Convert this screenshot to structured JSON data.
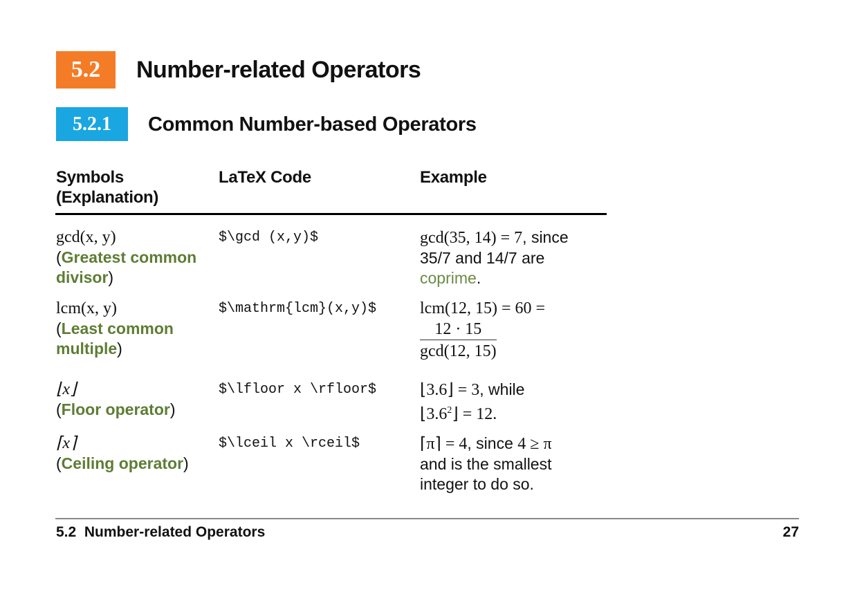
{
  "section": {
    "number": "5.2",
    "title": "Number-related Operators",
    "badge_color": "#f47c27"
  },
  "subsection": {
    "number": "5.2.1",
    "title": "Common Number-based Operators",
    "badge_color": "#1aa6e0"
  },
  "table": {
    "headers": {
      "col1_line1": "Symbols",
      "col1_line2": "(Explanation)",
      "col2": "LaTeX Code",
      "col3": "Example"
    },
    "accent_color": "#5e7d34",
    "rows": [
      {
        "symbol": "gcd(x, y)",
        "explanation_line1": "Greatest common",
        "explanation_line2": "divisor",
        "code": "$\\gcd (x,y)$",
        "example_line1_math": "gcd(35, 14) = 7",
        "example_line1_text": ", since",
        "example_line2": "35/7 and 14/7 are",
        "example_line3_link": "coprime",
        "example_line3_end": "."
      },
      {
        "symbol": "lcm(x, y)",
        "explanation_line1": "Least common",
        "explanation_line2": "multiple",
        "code": "$\\mathrm{lcm}(x,y)$",
        "example_line1": "lcm(12, 15) = 60 =",
        "example_frac_num": "12 · 15",
        "example_frac_den": "gcd(12, 15)"
      },
      {
        "symbol": "⌊x⌋",
        "explanation": "Floor operator",
        "code": "$\\lfloor x \\rfloor$",
        "example_line1_math": "⌊3.6⌋ = 3",
        "example_line1_text": ", while",
        "example_line2_pre": "⌊3.6",
        "example_line2_sup": "2",
        "example_line2_post": "⌋ = 12."
      },
      {
        "symbol": "⌈x⌉",
        "explanation": "Ceiling operator",
        "code": "$\\lceil x \\rceil$",
        "example_line1_math": "⌈π⌉ = 4",
        "example_line1_text": ", since",
        "example_line1_math2": "4 ≥ π",
        "example_line2": "and is the smallest",
        "example_line3": "integer to do so."
      }
    ]
  },
  "footer": {
    "section_label": "5.2  Number-related Operators",
    "page_number": "27"
  }
}
